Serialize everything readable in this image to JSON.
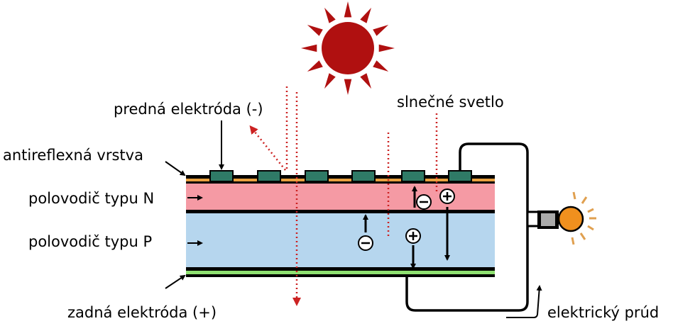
{
  "labels": {
    "front_electrode": "predná elektróda (-)",
    "sunlight": "slnečné svetlo",
    "antireflective_layer": "antireflexná vrstva",
    "n_type": "polovodič typu N",
    "p_type": "polovodič typu P",
    "back_electrode": "zadná elektróda (+)",
    "current": "elektrický prúd"
  },
  "colors": {
    "sun": "#b01010",
    "light_ray": "#cc2222",
    "n_layer": "#f59aa4",
    "p_layer": "#b6d6ee",
    "antireflective": "#e8a040",
    "electrode": "#2f7a66",
    "back_electrode": "#8ee070",
    "bulb": "#f0901e"
  },
  "charges": [
    "-",
    "+",
    "-",
    "+"
  ]
}
